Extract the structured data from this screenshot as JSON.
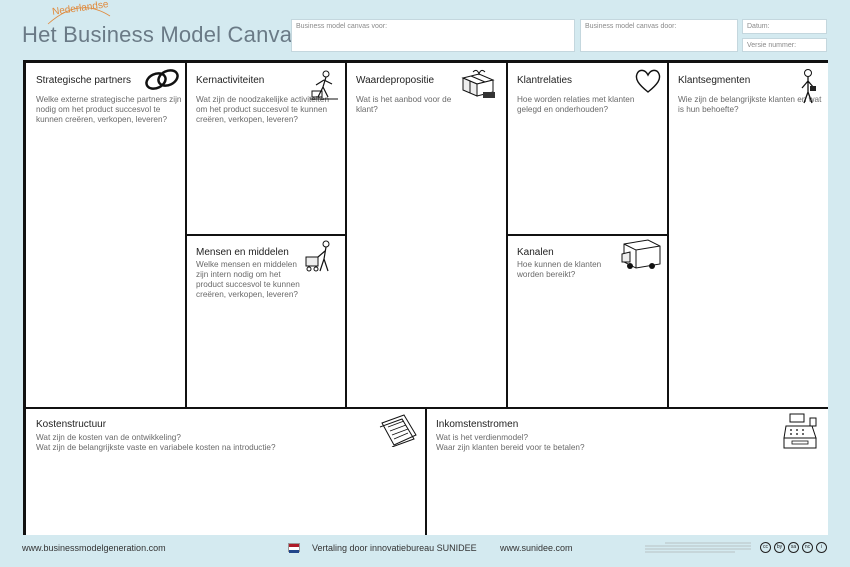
{
  "header": {
    "title": "Het Business Model Canvas",
    "subtitle": "Nederlandse",
    "designed_for_label": "Business model canvas voor:",
    "designed_by_label": "Business model canvas door:",
    "date_label": "Datum:",
    "version_label": "Versie nummer:"
  },
  "blocks": {
    "partners": {
      "title": "Strategische partners",
      "question": "Welke externe strategische partners zijn nodig om het product succesvol te kunnen creëren, verkopen, leveren?",
      "icon": "chain-links-icon"
    },
    "activities": {
      "title": "Kernactiviteiten",
      "question": "Wat zijn de noodzakelijke activiteiten om het product succesvol te kunnen creëren, verkopen, leveren?",
      "icon": "worker-icon"
    },
    "resources": {
      "title": "Mensen en middelen",
      "question": "Welke mensen en middelen zijn intern nodig om het product succesvol te kunnen creëren, verkopen, leveren?",
      "icon": "worker-with-cart-icon"
    },
    "value": {
      "title": "Waardepropositie",
      "question": "Wat is het aanbod voor de klant?",
      "icon": "gift-package-icon"
    },
    "relationships": {
      "title": "Klantrelaties",
      "question": "Hoe worden relaties met klanten gelegd en onderhouden?",
      "icon": "heart-icon"
    },
    "channels": {
      "title": "Kanalen",
      "question": "Hoe kunnen de klanten worden bereikt?",
      "icon": "delivery-truck-icon"
    },
    "segments": {
      "title": "Klantsegmenten",
      "question": "Wie zijn de belangrijkste klanten en wat is hun behoefte?",
      "icon": "person-icon"
    },
    "costs": {
      "title": "Kostenstructuur",
      "question": "Wat zijn de kosten van de ontwikkeling?\nWat zijn de belangrijkste vaste en variabele kosten na introductie?",
      "icon": "price-tag-icon"
    },
    "revenue": {
      "title": "Inkomstenstromen",
      "question": "Wat is het verdienmodel?\nWaar zijn klanten bereid voor te betalen?",
      "icon": "cash-register-icon"
    }
  },
  "footer": {
    "website": "www.businessmodelgeneration.com",
    "translation": "Vertaling door innovatiebureau SUNIDEE",
    "sunidee_site": "www.sunidee.com",
    "flag_colors": [
      "#ae1c28",
      "#ffffff",
      "#21468b"
    ],
    "license_badges": [
      "cc",
      "by",
      "sa",
      "nc",
      "i"
    ]
  }
}
